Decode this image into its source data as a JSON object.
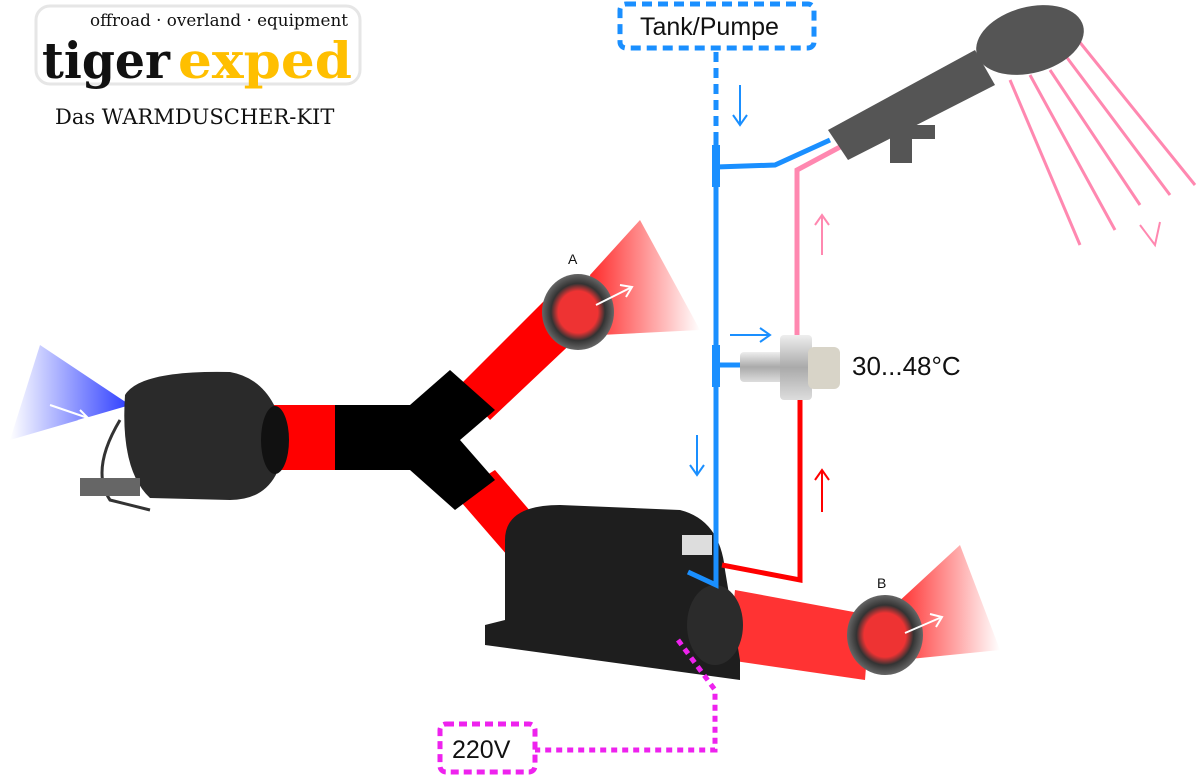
{
  "logo": {
    "tagline": "offroad · overland · equipment",
    "word1": "tiger",
    "word2": "exped"
  },
  "subtitle": "Das WARMDUSCHER-KIT",
  "labels": {
    "tank": "Tank/Pumpe",
    "temperature": "30...48°C",
    "outlet_a": "A",
    "outlet_b": "B",
    "power": "220V"
  },
  "colors": {
    "cold_water": "#1a8fff",
    "hot_water": "#ff0000",
    "mixed_water": "#ff88b0",
    "power": "#ee22ee",
    "air_duct": "#ff0000",
    "logo_yellow": "#ffbf00"
  }
}
